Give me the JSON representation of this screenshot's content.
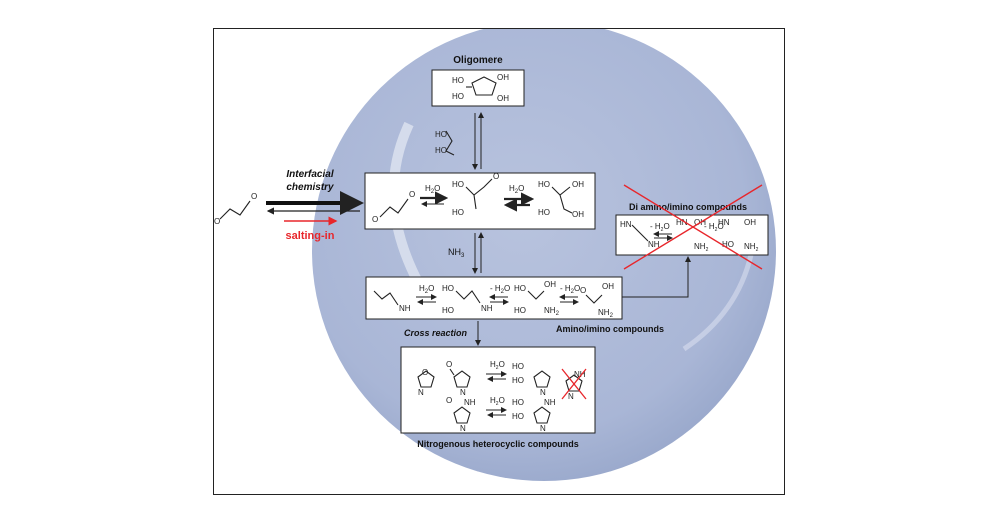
{
  "labels": {
    "oligomere": "Oligomere",
    "interfacial": "Interfacial",
    "chemistry": "chemistry",
    "salting_in": "salting-in",
    "nh3": "NH",
    "nh3_sub": "3",
    "di_amino": "Di amino/imino compounds",
    "amino_imino": "Amino/imino compounds",
    "cross_reaction": "Cross reaction",
    "nitrogenous": "Nitrogenous heterocyclic compounds",
    "h2o": "H",
    "h2o_sub": "2",
    "h2o_o": "O",
    "minus_h2o": "- H",
    "oh": "OH",
    "ho": "HO",
    "nh": "NH",
    "nh2": "NH",
    "n": "N",
    "o": "O",
    "hn": "HN"
  },
  "colors": {
    "droplet": "#b4c0dc",
    "red": "#e8262b",
    "ink": "#222222"
  }
}
